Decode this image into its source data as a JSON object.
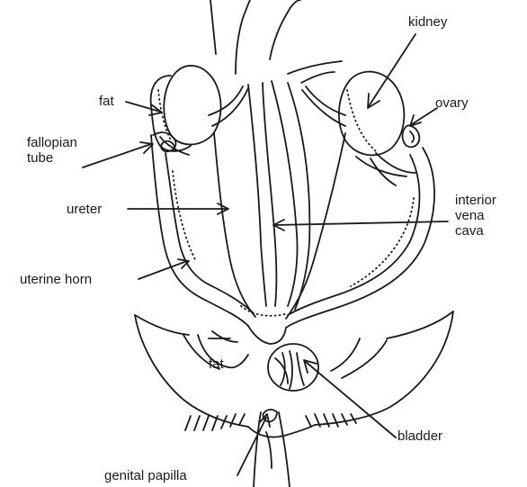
{
  "labels": {
    "kidney": "kidney",
    "fat_top": "fat",
    "ovary": "ovary",
    "fallopian_tube": "fallopian\ntube",
    "ureter": "ureter",
    "interior_vena_cava": "interior\nvena\ncava",
    "uterine_horn": "uterine horn",
    "fat_bottom": "fat",
    "bladder": "bladder",
    "genital_papilla": "genital papilla"
  },
  "colors": {
    "ink": "#1a1a1a",
    "background": "#ffffff"
  }
}
